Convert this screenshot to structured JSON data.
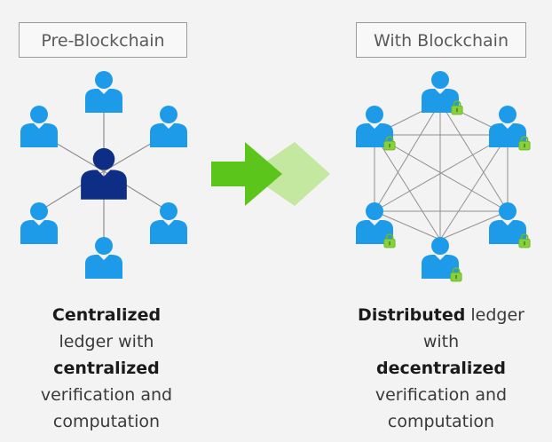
{
  "left_panel": {
    "title": "Pre-Blockchain",
    "caption": {
      "line1_bold": "Centralized",
      "line2": "ledger with",
      "line3_bold": "centralized",
      "line4": "verification and",
      "line5": "computation"
    }
  },
  "right_panel": {
    "title": "With Blockchain",
    "caption": {
      "line1_bold": "Distributed",
      "line1_rest": " ledger",
      "line2": "with",
      "line3_bold": "decentralized",
      "line4": "verification and",
      "line5": "computation"
    }
  },
  "colors": {
    "user": "#1e9be8",
    "central": "#0d2e84",
    "lock": "#88d13a",
    "arrow_dark": "#5cc51c",
    "arrow_light": "#c4e8a0",
    "line": "#8f8f8f"
  }
}
